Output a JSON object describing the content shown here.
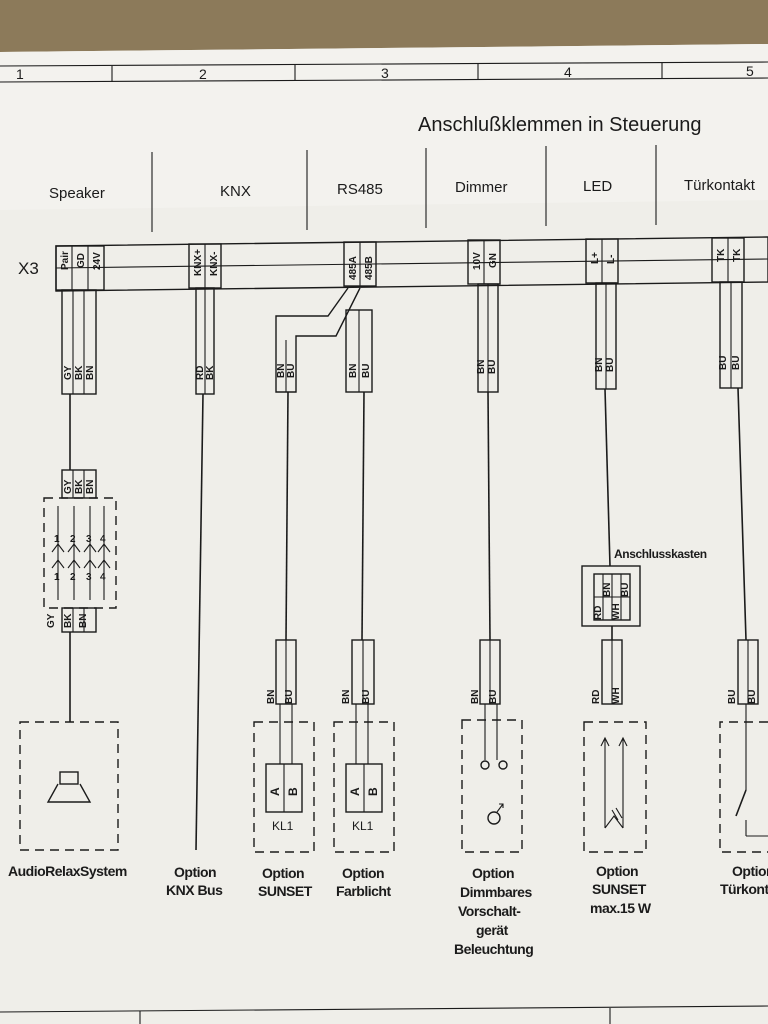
{
  "sheet": {
    "columns": [
      "1",
      "2",
      "3",
      "4",
      "5"
    ],
    "title": "Anschlußklemmen in Steuerung",
    "connector": "X3"
  },
  "sections": [
    {
      "id": "speaker",
      "header": "Speaker"
    },
    {
      "id": "knx",
      "header": "KNX"
    },
    {
      "id": "rs485",
      "header": "RS485"
    },
    {
      "id": "dimmer",
      "header": "Dimmer"
    },
    {
      "id": "led",
      "header": "LED"
    },
    {
      "id": "tuer",
      "header": "Türkontakt"
    }
  ],
  "terminals": {
    "speaker": [
      "Pair",
      "GD",
      "24V"
    ],
    "knx": [
      "KNX+",
      "KNX-"
    ],
    "rs485": [
      "485A",
      "485B"
    ],
    "dimmer": [
      "10V",
      "GN"
    ],
    "led": [
      "L+",
      "L-"
    ],
    "tuer": [
      "TK",
      "TK"
    ]
  },
  "wires": {
    "speaker_top": [
      "GY",
      "BK",
      "BN"
    ],
    "speaker_plug_top": [
      "GY",
      "BK",
      "BN"
    ],
    "speaker_plug_bottom": [
      "GY",
      "BK",
      "BN"
    ],
    "plug_pins": [
      "1",
      "2",
      "3",
      "4"
    ],
    "knx": [
      "RD",
      "BK"
    ],
    "sunset_top": [
      "BN",
      "BU"
    ],
    "farb_top": [
      "BN",
      "BU"
    ],
    "dimmer_top": [
      "BN",
      "BU"
    ],
    "led_top": [
      "BN",
      "BU"
    ],
    "tuer_top": [
      "BU",
      "BU"
    ],
    "sunset_bottom": [
      "BN",
      "BU"
    ],
    "farb_bottom": [
      "BN",
      "BU"
    ],
    "dimmer_bottom": [
      "BN",
      "BU"
    ],
    "led_bottom": [
      "RD",
      "WH"
    ],
    "tuer_bottom": [
      "BU",
      "BU"
    ]
  },
  "junction_box": {
    "label": "Anschlusskasten",
    "pins": [
      "RD",
      "BN",
      "WH",
      "BU"
    ]
  },
  "modules": {
    "ab_label_a": "A",
    "ab_label_b": "B",
    "kl1": "KL1"
  },
  "captions": {
    "audio": [
      "AudioRelaxSystem"
    ],
    "knx": [
      "Option",
      "KNX Bus"
    ],
    "sunset": [
      "Option",
      "SUNSET"
    ],
    "farb": [
      "Option",
      "Farblicht"
    ],
    "dimmer": [
      "Option",
      "Dimmbares",
      "Vorschalt-",
      "gerät",
      "Beleuchtung"
    ],
    "led": [
      "Option",
      "SUNSET",
      "max.15 W"
    ],
    "tuer": [
      "Option",
      "Türkont"
    ]
  }
}
